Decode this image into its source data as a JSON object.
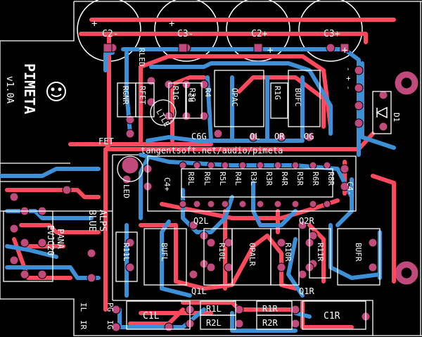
{
  "board": {
    "title": "PIMETA",
    "version": "v1.0A",
    "url": "tangentsoft.net/audio/pimeta",
    "colors": {
      "background": "#000000",
      "bottom_copper": "#3d8fd6",
      "top_copper": "#ff4a5e",
      "pad": "#c04a7c",
      "silk": "#ffffff"
    }
  },
  "labels": {
    "c2m": "C2-",
    "c3m": "C3-",
    "c2p": "C2+",
    "c3p": "C3+",
    "plus": "+",
    "rled": "RLED",
    "rgnr": "RGNR",
    "rfet": "RFET",
    "r1g": "R1G",
    "r3g": "R3G",
    "r2": "R2",
    "r4": "R4",
    "opac": "OPAC",
    "r1g2": "R1G",
    "bufc": "BUFC",
    "d1": "D1",
    "ltle": "LTLE",
    "c6g": "C6G",
    "ol": "OL",
    "or": "OR",
    "og": "OG",
    "fet": "FET",
    "led": "LED",
    "c4p": "C4+",
    "c4m": "C4-",
    "r8l": "R8L",
    "r6l": "R6L",
    "r5l": "R5L",
    "r4l": "R4L",
    "r3l": "R3L",
    "r3r": "R3R",
    "r4r": "R4R",
    "r5r": "R5R",
    "r6r": "R6R",
    "r8r": "R8R",
    "q2l": "Q2L",
    "q2r": "Q2R",
    "alps": "ALPS",
    "blue": "BLUE",
    "pana": "PANA",
    "evjc20": "EVJC20",
    "r11l": "R11L",
    "bufl": "BUFL",
    "r10l": "R10L",
    "opalr": "OPALR",
    "r10r": "R10R",
    "r11r": "R11R",
    "bufr": "BUFR",
    "q1l": "Q1L",
    "q1r": "Q1R",
    "pg": "PG",
    "ig": "IG",
    "il": "IL",
    "ir": "IR",
    "c1l": "C1L",
    "r1l": "R1L",
    "r2l": "R2L",
    "r1r": "R1R",
    "r2r": "R2R",
    "c1r": "C1R",
    "minus_plus": "- +",
    "minus_plus2": "- + -"
  }
}
